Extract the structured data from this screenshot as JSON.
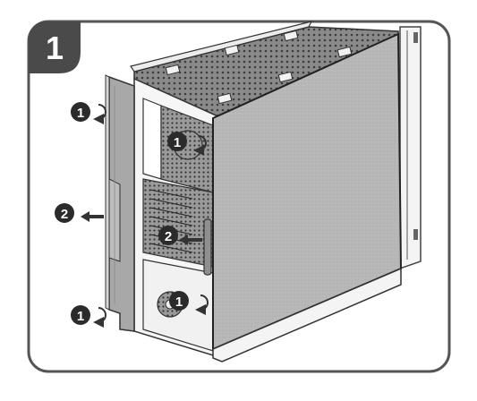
{
  "step_number": "1",
  "callouts": {
    "remove_screw": "1",
    "slide_panel": "2"
  },
  "colors": {
    "frame": "#4a4a4a",
    "badge_fill": "#4a4a4a",
    "callout_fill": "#2b2b2b",
    "panel_fill": "#b9b9b9",
    "top_fill": "#6f6f6f",
    "line": "#333333",
    "background": "#ffffff"
  },
  "icons": {
    "screw_rotation": "counterclockwise-arrow-icon",
    "slide_direction": "arrow-left-icon"
  }
}
